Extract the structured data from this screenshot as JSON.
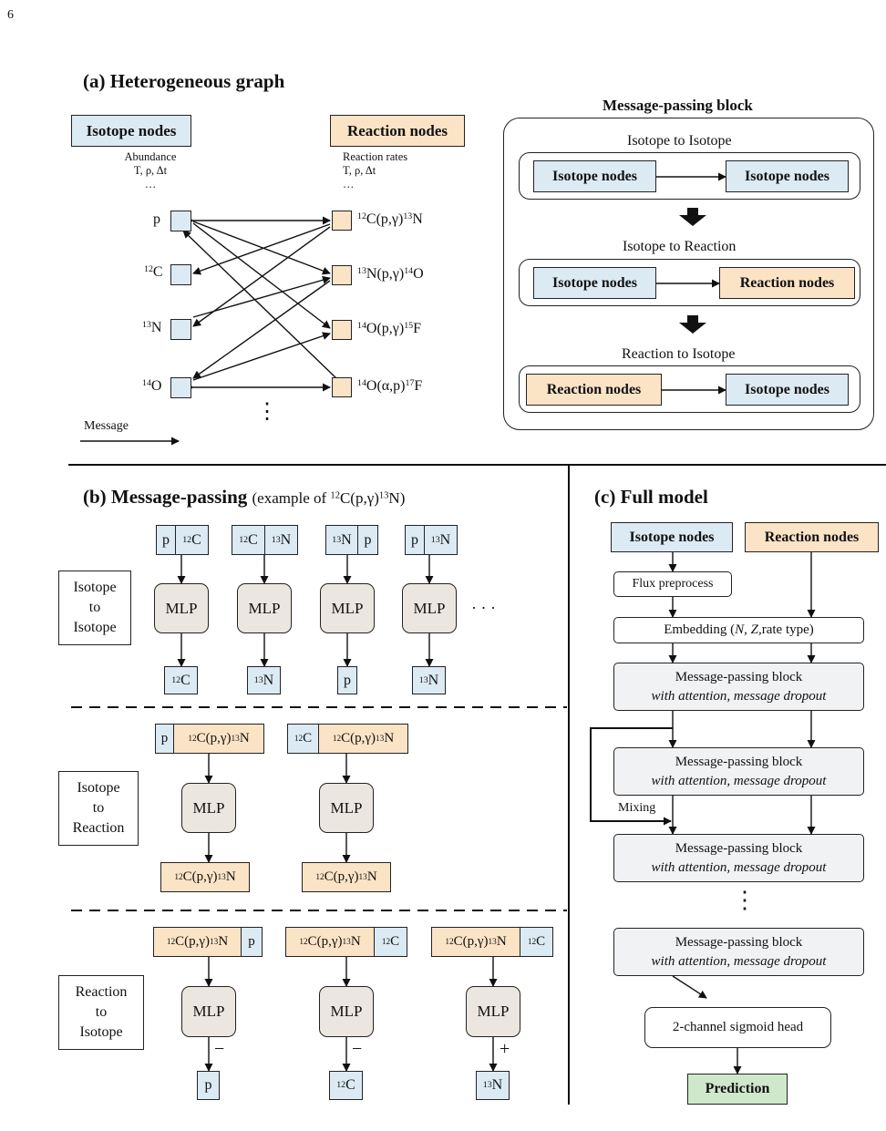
{
  "page_number": "6",
  "panel_a": {
    "title": "(a) Heterogeneous graph",
    "isotope_header": "Isotope nodes",
    "reaction_header": "Reaction nodes",
    "iso_features": [
      "Abundance",
      "T, ρ, Δt",
      "…"
    ],
    "rxn_features": [
      "Reaction rates",
      "T, ρ, Δt",
      "…"
    ],
    "isotopes": [
      {
        "mass": "",
        "sym": "p"
      },
      {
        "mass": "12",
        "sym": "C"
      },
      {
        "mass": "13",
        "sym": "N"
      },
      {
        "mass": "14",
        "sym": "O"
      }
    ],
    "reactions": [
      {
        "a": "12",
        "b": "C(p,γ)",
        "c": "13",
        "d": "N"
      },
      {
        "a": "13",
        "b": "N(p,γ)",
        "c": "14",
        "d": "O"
      },
      {
        "a": "14",
        "b": "O(p,γ)",
        "c": "15",
        "d": "F"
      },
      {
        "a": "14",
        "b": "O(α,p)",
        "c": "17",
        "d": "F"
      }
    ],
    "vdots": "⋮",
    "message_label": "Message"
  },
  "mp_block": {
    "title": "Message-passing block",
    "rows": [
      {
        "label": "Isotope to Isotope",
        "left": "Isotope nodes",
        "right": "Isotope nodes"
      },
      {
        "label": "Isotope to Reaction",
        "left": "Isotope nodes",
        "right": "Reaction nodes"
      },
      {
        "label": "Reaction to Isotope",
        "left": "Reaction nodes",
        "right": "Isotope nodes"
      }
    ]
  },
  "panel_b": {
    "title": "(b) Message-passing",
    "title_suffix_pre": "(example of ",
    "title_suffix_rxn": {
      "a": "12",
      "b": "C(p,γ)",
      "c": "13",
      "d": "N"
    },
    "title_suffix_post": ")",
    "mlp": "MLP",
    "ellipsis": "· · ·",
    "sections": [
      {
        "label": [
          "Isotope",
          "to",
          "Isotope"
        ]
      },
      {
        "label": [
          "Isotope",
          "to",
          "Reaction"
        ]
      },
      {
        "label": [
          "Reaction",
          "to",
          "Isotope"
        ]
      }
    ],
    "iso_pairs": [
      {
        "in1": {
          "m": "",
          "s": "p"
        },
        "in2": {
          "m": "12",
          "s": "C"
        },
        "out": {
          "m": "12",
          "s": "C"
        }
      },
      {
        "in1": {
          "m": "12",
          "s": "C"
        },
        "in2": {
          "m": "13",
          "s": "N"
        },
        "out": {
          "m": "13",
          "s": "N"
        }
      },
      {
        "in1": {
          "m": "13",
          "s": "N"
        },
        "in2": {
          "m": "",
          "s": "p"
        },
        "out": {
          "m": "",
          "s": "p"
        }
      },
      {
        "in1": {
          "m": "",
          "s": "p"
        },
        "in2": {
          "m": "13",
          "s": "N"
        },
        "out": {
          "m": "13",
          "s": "N"
        }
      }
    ],
    "iso_rxn": [
      {
        "iso": {
          "m": "",
          "s": "p"
        }
      },
      {
        "iso": {
          "m": "12",
          "s": "C"
        }
      }
    ],
    "rxn_iso": [
      {
        "iso": {
          "m": "",
          "s": "p"
        },
        "sign": "−",
        "out": {
          "m": "",
          "s": "p"
        }
      },
      {
        "iso": {
          "m": "12",
          "s": "C"
        },
        "sign": "−",
        "out": {
          "m": "12",
          "s": "C"
        }
      },
      {
        "iso": {
          "m": "12",
          "s": "C"
        },
        "sign": "+",
        "out": {
          "m": "13",
          "s": "N"
        }
      }
    ]
  },
  "panel_c": {
    "title": "(c) Full model",
    "isotope": "Isotope nodes",
    "reaction": "Reaction nodes",
    "flux": "Flux preprocess",
    "embedding_pre": "Embedding (",
    "embedding_vars": "N, Z,",
    "embedding_post": " rate type)",
    "block_title": "Message-passing block",
    "block_sub": "with attention, message dropout",
    "mixing": "Mixing",
    "vdots": "⋮",
    "head": "2-channel sigmoid head",
    "prediction": "Prediction"
  },
  "colors": {
    "isotope": "#dceaf4",
    "reaction": "#fbe3c6",
    "mlp": "#ebe6df",
    "block": "#f1f2f4",
    "prediction": "#cfe8cc"
  }
}
